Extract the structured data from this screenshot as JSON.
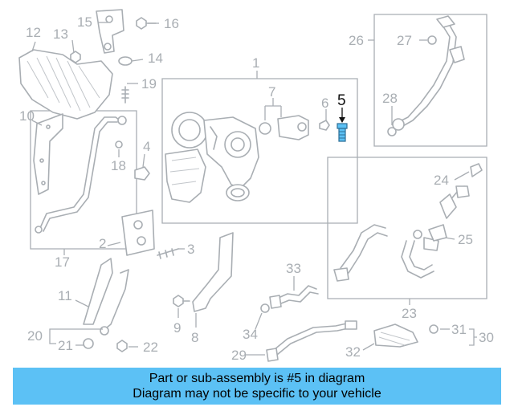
{
  "callouts": {
    "n1": "1",
    "n2": "2",
    "n3": "3",
    "n4": "4",
    "n5": "5",
    "n6": "6",
    "n7": "7",
    "n8": "8",
    "n9": "9",
    "n10": "10",
    "n11": "11",
    "n12": "12",
    "n13": "13",
    "n14": "14",
    "n15": "15",
    "n16": "16",
    "n17": "17",
    "n18": "18",
    "n19": "19",
    "n20": "20",
    "n21": "21",
    "n22": "22",
    "n23": "23",
    "n24": "24",
    "n25": "25",
    "n26": "26",
    "n27": "27",
    "n28": "28",
    "n29": "29",
    "n30": "30",
    "n31": "31",
    "n32": "32",
    "n33": "33",
    "n34": "34"
  },
  "highlighted_part": "5",
  "banner": {
    "line1": "Part or sub-assembly is #5 in diagram",
    "line2": "Diagram may not be specific to your vehicle"
  },
  "colors": {
    "line_art": "#a9aeb3",
    "highlight": "#5cc1f5",
    "banner_background": "#5cc1f5"
  }
}
